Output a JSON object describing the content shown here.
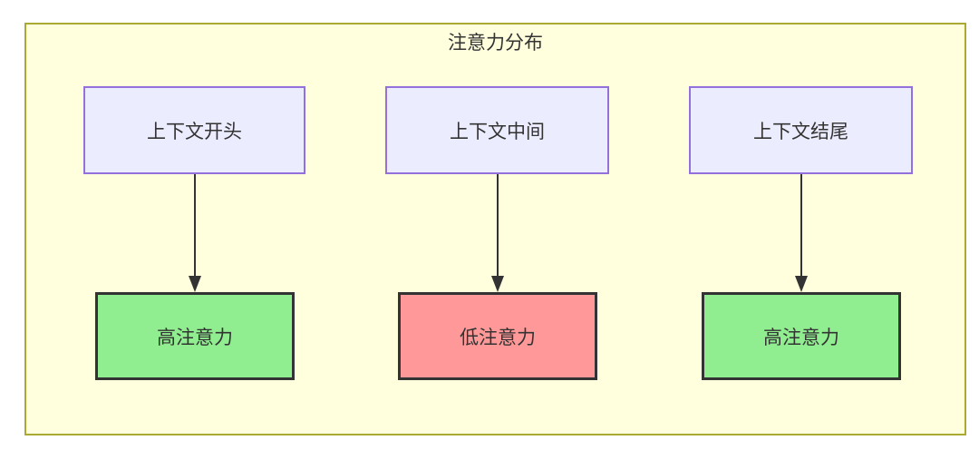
{
  "diagram": {
    "title": "注意力分布",
    "type": "flowchart-top-down",
    "colors": {
      "container_fill": "#ffffde",
      "container_border": "#aaaa33",
      "node_fill": "#ececff",
      "node_border": "#9370db",
      "high_fill": "#90ee90",
      "low_fill": "#ff9999",
      "result_border": "#333333",
      "edge_color": "#333333",
      "text_color": "#333333"
    },
    "columns": [
      {
        "source": "上下文开头",
        "result": "高注意力",
        "level": "high"
      },
      {
        "source": "上下文中间",
        "result": "低注意力",
        "level": "low"
      },
      {
        "source": "上下文结尾",
        "result": "高注意力",
        "level": "high"
      }
    ]
  }
}
